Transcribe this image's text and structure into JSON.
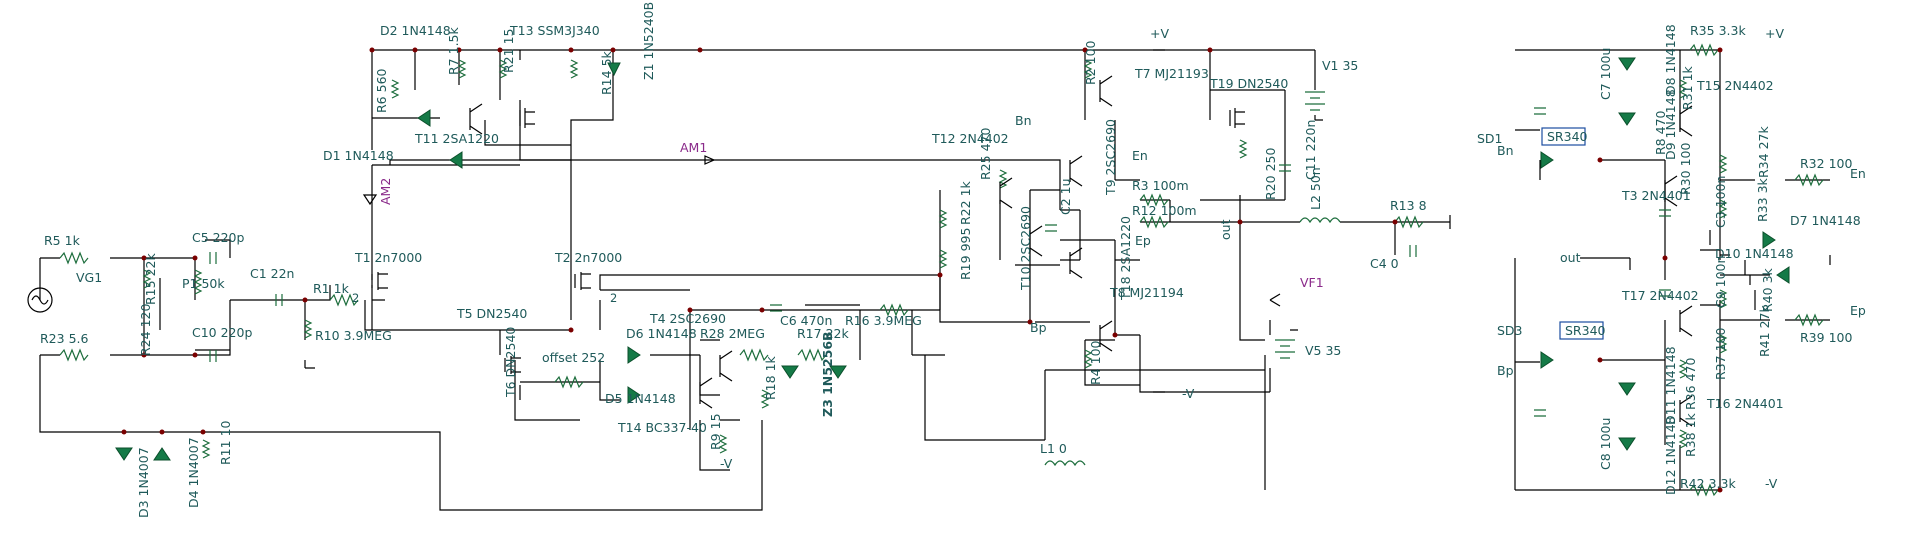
{
  "colors": {
    "wire": "#000000",
    "component": "#1c6d3c",
    "label": "#1f5a5a",
    "marker": "#8a2a8a",
    "junction": "#7a0000"
  },
  "labels": {
    "D2": "D2 1N4148",
    "T13": "T13 SSM3J340",
    "Z1": "Z1 1N5240B",
    "R6": "R6 560",
    "R7": "R7 1.5k",
    "R21": "R21 15",
    "R14": "R14 5k",
    "T11": "T11 2SA1220",
    "D1": "D1 1N4148",
    "AM1": "AM1",
    "AM2": "AM2",
    "R5": "R5 1k",
    "VG1": "VG1",
    "R15": "R15 22k",
    "R24": "R24 120",
    "R23": "R23 5.6",
    "C5": "C5 220p",
    "P1": "P1 50k",
    "C10": "C10 220p",
    "C1": "C1 22n",
    "R1": "R1 1k",
    "R10": "R10 3.9MEG",
    "T1": "T1 2n7000",
    "T2": "T2 2n7000",
    "T5": "T5 DN2540",
    "T6": "T6 DN2540",
    "offset": "offset 252",
    "D6": "D6 1N4148",
    "D5": "D5 1N4148",
    "R28": "R28 2MEG",
    "T4": "T4 2SC2690",
    "C6": "C6 470n",
    "R17": "R17 22k",
    "R16": "R16 3.9MEG",
    "T14": "T14 BC337-40",
    "R18": "R18 1k",
    "R9": "R9 15",
    "Z3": "Z3 1N5256B",
    "D3": "D3 1N4007",
    "D4": "D4 1N4007",
    "R11": "R11 10",
    "T12": "T12 2N4402",
    "Bn_mid": "Bn",
    "R25": "R25 470",
    "R22": "R22 1k",
    "R19": "R19 995",
    "T10": "T10 2SC2690",
    "Bp_mid": "Bp",
    "C2": "C2 1u",
    "T9": "T9 2SC2690",
    "En_mid": "En",
    "R3": "R3 100m",
    "R12": "R12 100m",
    "Ep_mid": "Ep",
    "T18": "T18 2SA1220",
    "T8": "T8 MJ21194",
    "R4": "R4 100",
    "R2": "R2 100",
    "T7": "T7 MJ21193",
    "T19": "T19 DN2540",
    "R20": "R20 250",
    "C11": "C11 220n",
    "V1": "V1 35",
    "plusV_mid": "+V",
    "minusV_mid": "-V",
    "out_mid": "out",
    "L2": "L2 50n",
    "R13": "R13 8",
    "C4": "C4 0",
    "VF1": "VF1",
    "V5": "V5 35",
    "L1": "L1 0",
    "SD1": "SD1",
    "SD1_box": "SR340",
    "SD3": "SD3",
    "SD3_box": "SR340",
    "Bn_r": "Bn",
    "Bp_r": "Bp",
    "out_r": "out",
    "C7": "C7 100u",
    "C8": "C8 100u",
    "D8": "D8 1N4148",
    "D9": "D9 1N4148",
    "D11": "D11 1N4148",
    "D12": "D12 1N4148",
    "R35": "R35 3.3k",
    "R31": "R31 1k",
    "R8": "R8 470",
    "T15": "T15 2N4402",
    "R30": "R30 100",
    "R34": "R34 27k",
    "R32": "R32 100",
    "En_r": "En",
    "T3": "T3 2N4401",
    "C3": "C3 100n",
    "R33": "R33 3k",
    "D7": "D7 1N4148",
    "D10": "D10 1N4148",
    "T17": "T17 2N4402",
    "C9": "C9 100n",
    "R40": "R40 3k",
    "R41": "R41 27k",
    "R39": "R39 100",
    "Ep_r": "Ep",
    "R37": "R37 100",
    "R36": "R36 470",
    "T16": "T16 2N4401",
    "R38": "R38 1k",
    "R42": "R42 3.3k",
    "plusV_r": "+V",
    "minusV_r": "-V",
    "n_t1": "2",
    "n_t2": "2"
  }
}
